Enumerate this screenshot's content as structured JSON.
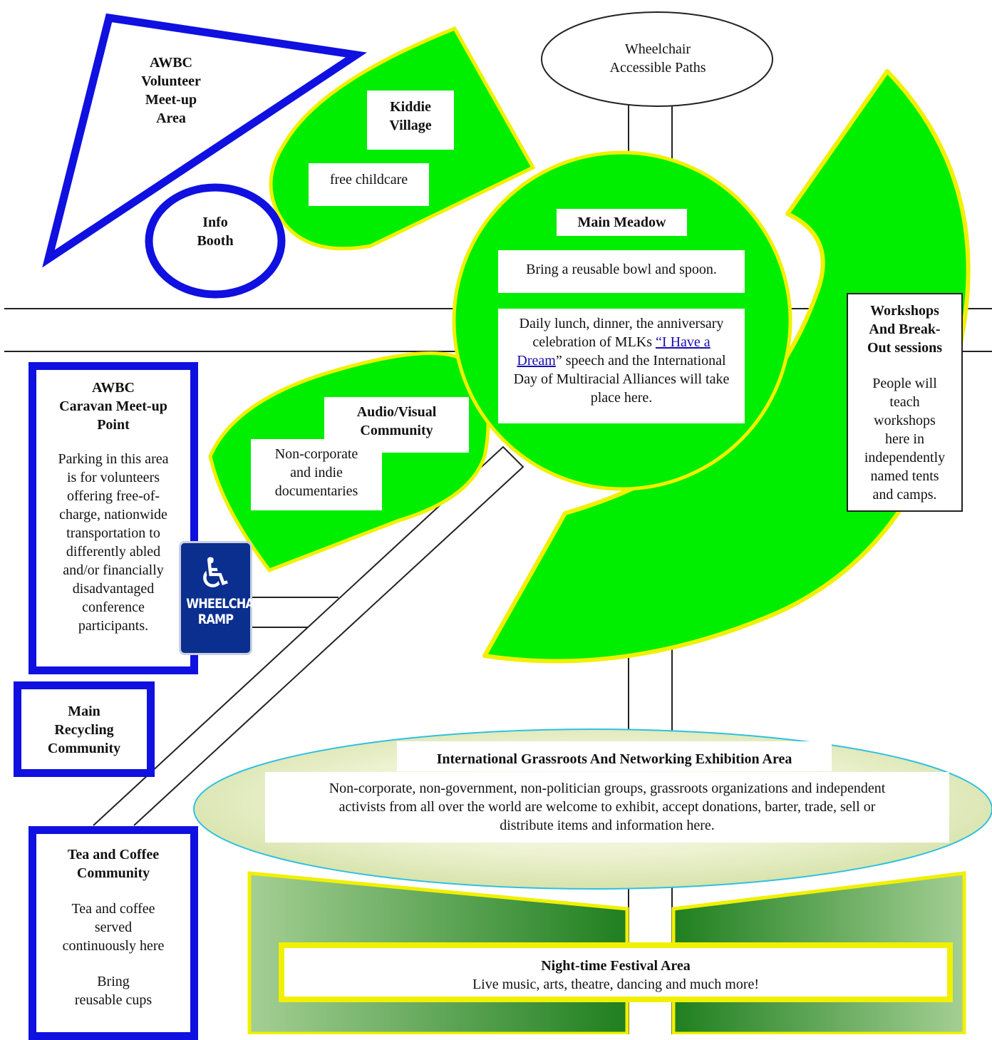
{
  "top_link": "",
  "wheelchair_paths": [
    "Wheelchair",
    "Accessible Paths"
  ],
  "volunteer_meetup": [
    "AWBC",
    "Volunteer",
    "Meet-up",
    "Area"
  ],
  "info_booth": [
    "Info",
    "Booth"
  ],
  "kiddie_village": {
    "title": [
      "Kiddie",
      "Village"
    ],
    "note": "free childcare"
  },
  "main_meadow": {
    "title": "Main Meadow",
    "note": "Bring a reusable bowl and spoon.",
    "desc_before": "Daily lunch, dinner, the anniversary celebration of MLKs",
    "desc_link": "“I Have a Dream",
    "desc_after": "” speech and the International Day of Multiracial Alliances will take place here."
  },
  "workshops": {
    "title": [
      "Workshops",
      "And Break-",
      "Out sessions"
    ],
    "desc": [
      "People will",
      "teach",
      "workshops",
      "here in",
      "independently",
      "named tents",
      "and camps."
    ]
  },
  "caravan": {
    "title": [
      "AWBC",
      "Caravan Meet-up",
      "Point"
    ],
    "desc": [
      "Parking in this area",
      "is for volunteers",
      "offering free-of-",
      "charge, nationwide",
      "transportation to",
      "differently abled",
      "and/or financially",
      "disadvantaged",
      "conference",
      "participants."
    ]
  },
  "audio_visual": {
    "title": [
      "Audio/Visual",
      "Community"
    ],
    "desc": [
      "Non-corporate",
      "and indie",
      "documentaries"
    ]
  },
  "wheelchair_sign": [
    "WHEELCHAIR",
    "RAMP"
  ],
  "recycling": [
    "Main",
    "Recycling",
    "Community"
  ],
  "tea_coffee": {
    "title": [
      "Tea and Coffee",
      "Community"
    ],
    "desc1": [
      "Tea and coffee",
      "served",
      "continuously here"
    ],
    "desc2": [
      "Bring",
      "reusable cups"
    ]
  },
  "exhibition": {
    "title": "International Grassroots And Networking Exhibition Area",
    "desc": [
      "Non-corporate, non-government, non-politician groups, grassroots organizations and independent",
      "activists from all over the world are welcome to exhibit, accept donations, barter, trade, sell or",
      "distribute items and information here."
    ]
  },
  "festival": {
    "title": "Night-time Festival Area",
    "desc": "Live music, arts, theatre, dancing and much more!"
  },
  "colors": {
    "green": "#00ee00",
    "yellow_outline": "#f0f000",
    "blue_outline": "#1010e0",
    "sign_blue": "#0b2f8f",
    "exhibition_fill": "#dfe8b6",
    "exhibition_outline": "#30c0e0"
  }
}
